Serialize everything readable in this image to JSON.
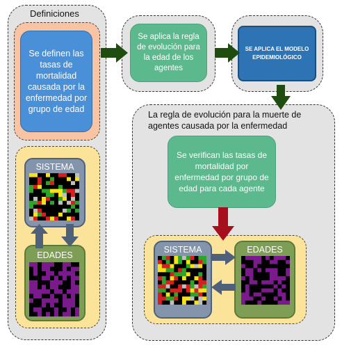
{
  "left_panel": {
    "title": "Definiciones",
    "definition_text": "Se definen las tasas de mortalidad causada por la enfermedad por grupo de edad",
    "sistema_label": "SISTEMA",
    "edades_label": "EDADES"
  },
  "top_flow": {
    "step2_text": "Se aplica la regla de evolución para la edad de los agentes",
    "step3_text": "SE APLICA EL MODELO EPIDEMIOLÓGICO"
  },
  "right_panel": {
    "title": "La regla de evolución para la muerte de agentes causada por la enfermedad",
    "verify_text": "Se verifican las tasas de mortalidad por enfermedad por grupo de edad para cada agente",
    "sistema_label": "SISTEMA",
    "edades_label": "EDADES"
  },
  "colors": {
    "arrow_dark_green": "#1e4d0f",
    "arrow_red": "#a50f1e",
    "arrow_slate": "#4e607a"
  }
}
